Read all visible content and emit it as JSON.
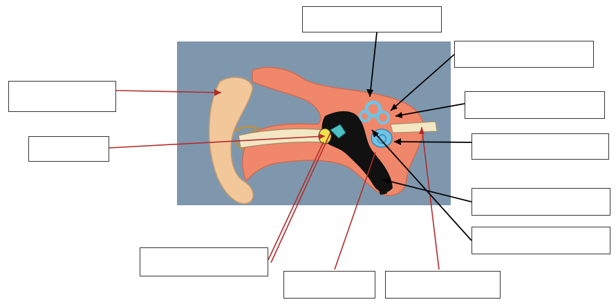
{
  "diagram": {
    "subject": "ear-anatomy",
    "labels": [
      {
        "id": "top",
        "text": ""
      },
      {
        "id": "right-1",
        "text": ""
      },
      {
        "id": "left-1",
        "text": ""
      },
      {
        "id": "right-2",
        "text": ""
      },
      {
        "id": "left-2",
        "text": ""
      },
      {
        "id": "right-3",
        "text": ""
      },
      {
        "id": "right-4",
        "text": ""
      },
      {
        "id": "right-5",
        "text": ""
      },
      {
        "id": "bottom-1",
        "text": ""
      },
      {
        "id": "bottom-2",
        "text": ""
      },
      {
        "id": "bottom-3",
        "text": ""
      }
    ],
    "colors": {
      "background_panel": "#7f97ad",
      "outer_ear": "#f2c79a",
      "tissue": "#f0876a",
      "middle_ear": "#111111",
      "inner_ear": "#6fc3e6",
      "ossicles_yellow": "#f4e04a",
      "bone_cream": "#f3e6c2",
      "leader_red": "#b22b2b",
      "leader_black": "#000000"
    }
  }
}
